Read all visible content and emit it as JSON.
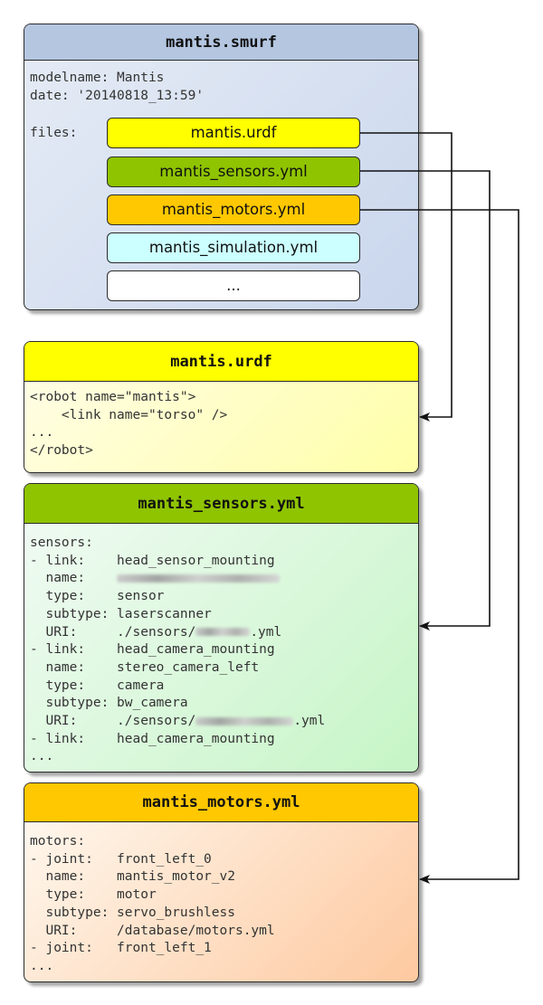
{
  "smurf": {
    "title": "mantis.smurf",
    "line_modelname": "modelname: Mantis",
    "line_date": "date: '20140818_13:59'",
    "files_label": "files:",
    "files": [
      "mantis.urdf",
      "mantis_sensors.yml",
      "mantis_motors.yml",
      "mantis_simulation.yml",
      "..."
    ]
  },
  "urdf": {
    "title": "mantis.urdf",
    "lines": [
      "<robot name=\"mantis\">",
      "    <link name=\"torso\" />",
      "...",
      "</robot>"
    ]
  },
  "sensors": {
    "title": "mantis_sensors.yml",
    "l0": "sensors:",
    "l1": "- link:    head_sensor_mounting",
    "l2": "  name:    ",
    "l3": "  type:    sensor",
    "l4": "  subtype: laserscanner",
    "l5a": "  URI:     ./sensors/",
    "l5b": ".yml",
    "l6": "- link:    head_camera_mounting",
    "l7": "  name:    stereo_camera_left",
    "l8": "  type:    camera",
    "l9": "  subtype: bw_camera",
    "l10a": "  URI:     ./sensors/",
    "l10b": ".yml",
    "l11": "- link:    head_camera_mounting",
    "l12": "..."
  },
  "motors": {
    "title": "mantis_motors.yml",
    "lines": [
      "motors:",
      "- joint:   front_left_0",
      "  name:    mantis_motor_v2",
      "  type:    motor",
      "  subtype: servo_brushless",
      "  URI:     /database/motors.yml",
      "- joint:   front_left_1",
      "..."
    ]
  },
  "colors": {
    "smurf_head": "#b4c6e0",
    "urdf_head": "#ffff00",
    "sensors_head": "#8fc400",
    "motors_head": "#ffc800",
    "simulation_btn": "#ccffff"
  }
}
